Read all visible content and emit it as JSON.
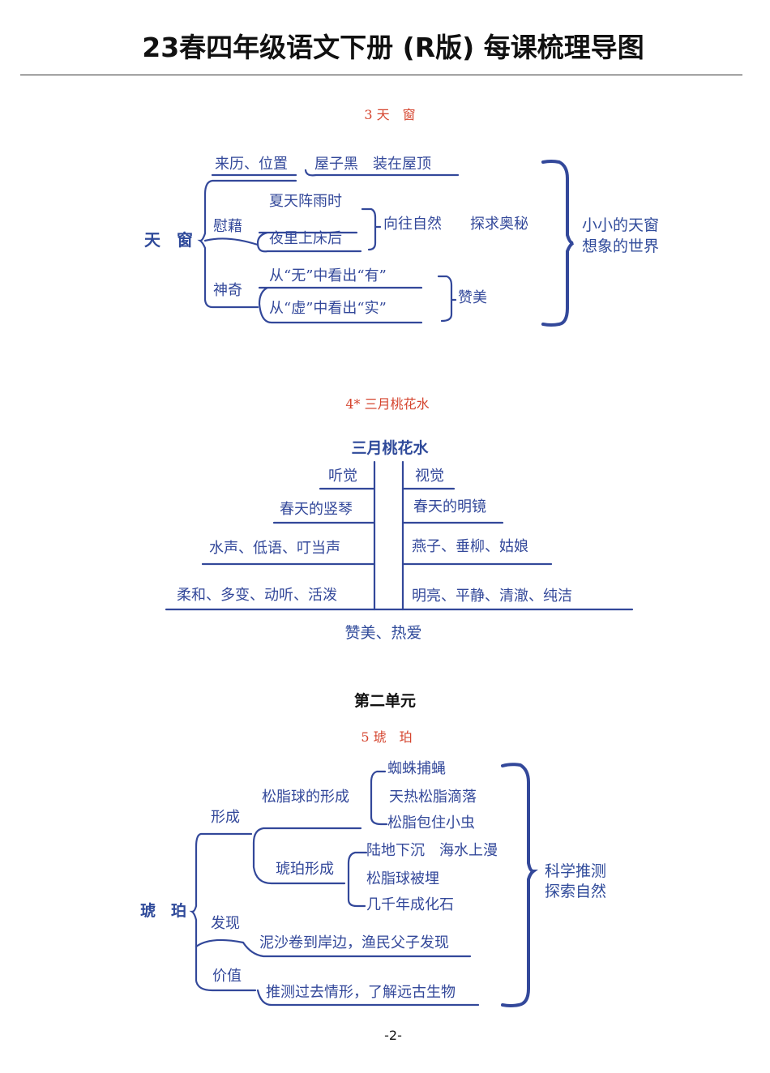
{
  "header": {
    "title": "23春四年级语文下册 (R版) 每课梳理导图"
  },
  "lesson3": {
    "title": "3 天　窗",
    "root": "天　窗",
    "b1": "来历、位置",
    "b1_detail": "屋子黑　装在屋顶",
    "b2": "慰藉",
    "b2_a": "夏天阵雨时",
    "b2_b": "夜里上床后",
    "b2_result1": "向往自然",
    "b2_result2": "探求奥秘",
    "b3": "神奇",
    "b3_a": "从“无”中看出“有”",
    "b3_b": "从“虚”中看出“实”",
    "b3_result": "赞美",
    "summary1": "小小的天窗",
    "summary2": "想象的世界"
  },
  "lesson4": {
    "title": "4* 三月桃花水",
    "root": "三月桃花水",
    "left": [
      "听觉",
      "春天的竖琴",
      "水声、低语、叮当声",
      "柔和、多变、动听、活泼"
    ],
    "right": [
      "视觉",
      "春天的明镜",
      "燕子、垂柳、姑娘",
      "明亮、平静、清澈、纯洁"
    ],
    "summary": "赞美、热爱"
  },
  "unit": "第二单元",
  "lesson5": {
    "title": "5 琥　珀",
    "root": "琥　珀",
    "b1": "形成",
    "b1a": "松脂球的形成",
    "b1a_items": [
      "蜘蛛捕蝇",
      "天热松脂滴落",
      "松脂包住小虫"
    ],
    "b1b": "琥珀形成",
    "b1b_items": [
      "陆地下沉　海水上漫",
      "松脂球被埋",
      "几千年成化石"
    ],
    "b2": "发现",
    "b2_detail": "泥沙卷到岸边，渔民父子发现",
    "b3": "价值",
    "b3_detail": "推测过去情形，了解远古生物",
    "summary1": "科学推测",
    "summary2": "探索自然"
  },
  "footer": {
    "page": "-2-"
  }
}
